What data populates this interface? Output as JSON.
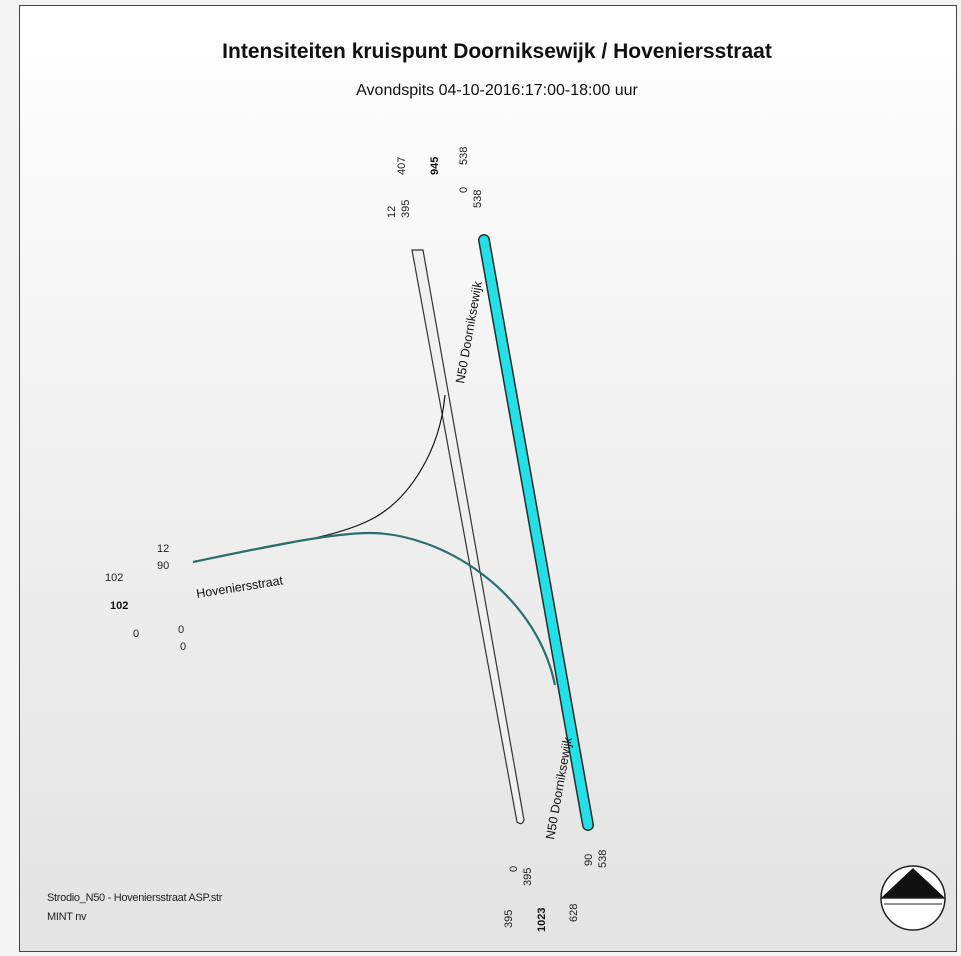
{
  "title": "Intensiteiten kruispunt Doorniksewijk / Hoveniersstraat",
  "subtitle": "Avondspits 04-10-2016:17:00-18:00 uur",
  "roads": {
    "north": "N50 Doorniksewijk",
    "south": "N50 Doorniksewijk",
    "west": "Hoveniersstraat"
  },
  "counts": {
    "north": {
      "out_right": "12",
      "out_straight": "395",
      "out_total": "407",
      "cross_total": "945",
      "in_total": "538",
      "in_left": "0",
      "in_straight": "538"
    },
    "west": {
      "out_total": "102",
      "cross_total": "102",
      "in_total": "0",
      "in_right": "12",
      "in_left": "90",
      "out_a": "0",
      "out_b": "0"
    },
    "south": {
      "in_right": "0",
      "in_straight": "395",
      "out_total": "395",
      "cross_total": "1023",
      "in_total": "628",
      "out_left": "90",
      "out_straight": "538"
    }
  },
  "footer": {
    "file": "Strodio_N50 - Hoveniersstraat ASP.str",
    "company": "MINT nv"
  },
  "colors": {
    "main_flow": "#22e0e6",
    "turn_flow": "#2a6e6e",
    "road_outline": "#333333"
  },
  "icons": {
    "compass": "north-arrow-icon"
  }
}
